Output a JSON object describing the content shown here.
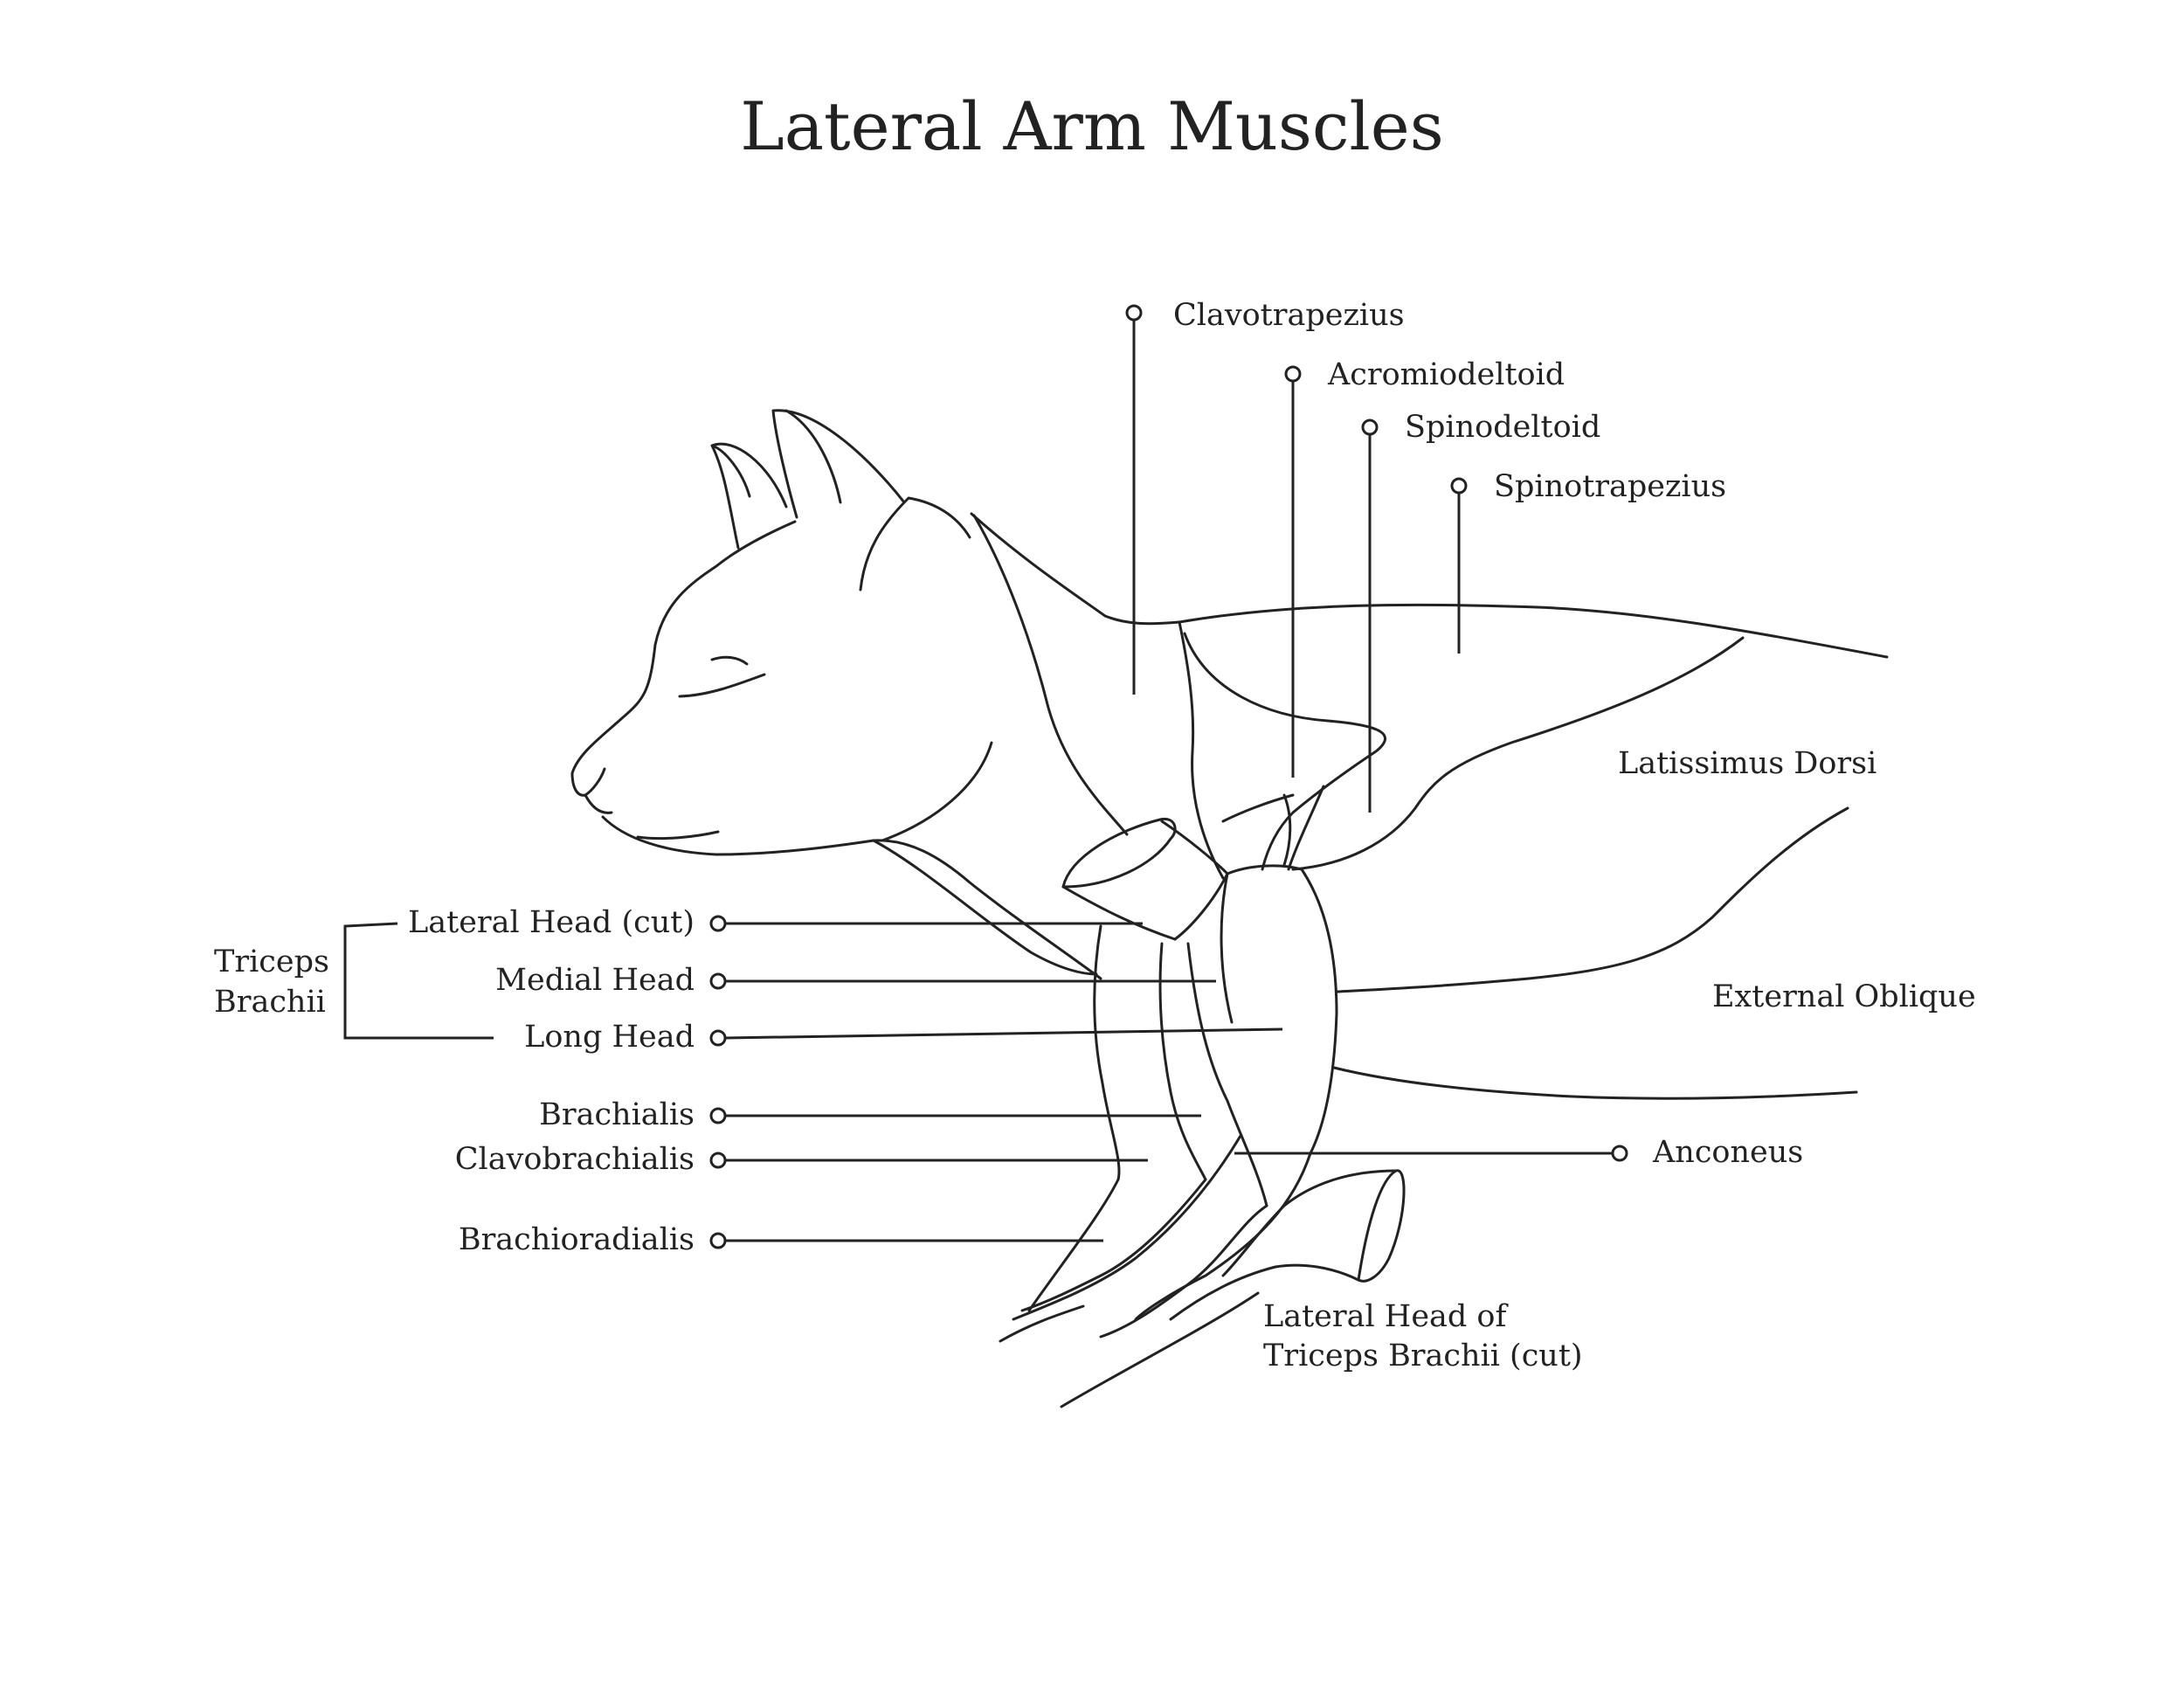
{
  "title": "Lateral Arm Muscles",
  "colors": {
    "line": "#222222",
    "background": "#ffffff"
  },
  "labels": {
    "clavotrapezius": "Clavotrapezius",
    "acromiodeltoid": "Acromiodeltoid",
    "spinodeltoid": "Spinodeltoid",
    "spinotrapezius": "Spinotrapezius",
    "latissimus_dorsi": "Latissimus Dorsi",
    "external_oblique": "External Oblique",
    "anconeus": "Anconeus",
    "lateral_head_of_triceps_line1": "Lateral Head of",
    "lateral_head_of_triceps_line2": "Triceps Brachii (cut)",
    "triceps_group_line1": "Triceps",
    "triceps_group_line2": "Brachii",
    "lateral_head_cut": "Lateral Head (cut)",
    "medial_head": "Medial Head",
    "long_head": "Long Head",
    "brachialis": "Brachialis",
    "clavobrachialis": "Clavobrachialis",
    "brachioradialis": "Brachioradialis"
  }
}
